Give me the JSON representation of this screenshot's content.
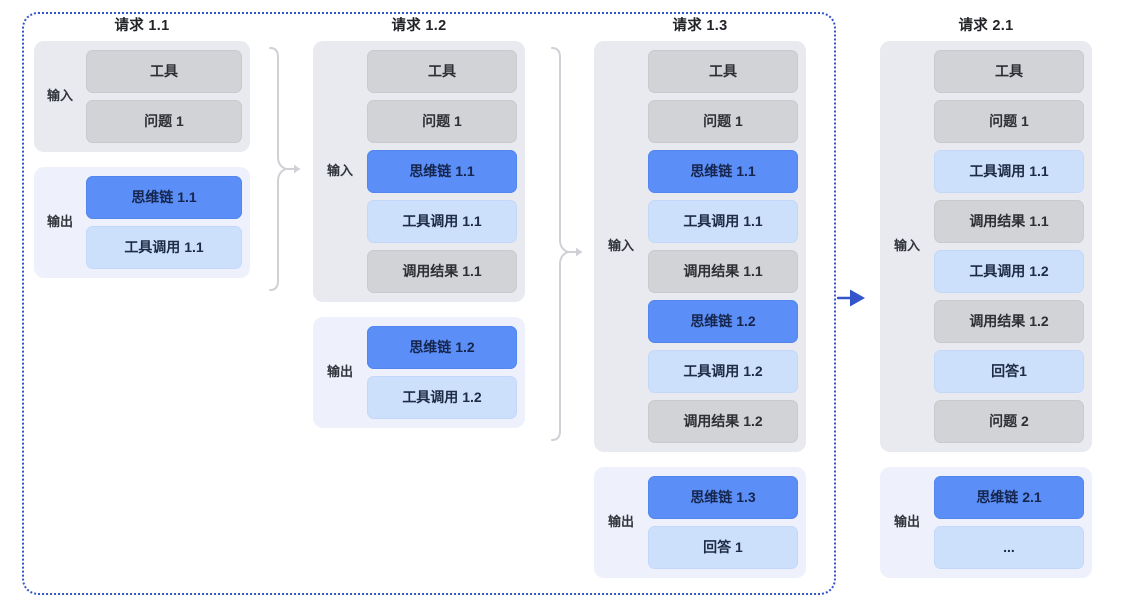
{
  "diagram": {
    "title_glyphs": {
      "input_label": "输入",
      "output_label": "输出"
    },
    "colors": {
      "session_border": "#3355cc",
      "chip_gray": "#d2d3d6",
      "chip_blue": "#5b8ef6",
      "chip_lightblue": "#cde0fb",
      "panel_input_bg": "#e8eaf0",
      "panel_output_bg": "#eef1fc",
      "brace_gray": "#cfd1d6",
      "arrow_blue": "#3355cc"
    },
    "connectors": [
      {
        "name": "brace-1-to-2",
        "from": "请求 1.1",
        "to": "请求 1.2",
        "style": "gray-brace-arrow"
      },
      {
        "name": "brace-2-to-3",
        "from": "请求 1.2",
        "to": "请求 1.3",
        "style": "gray-brace-arrow"
      },
      {
        "name": "arrow-session-to-2-1",
        "from": "请求 1.3",
        "to": "请求 2.1",
        "style": "blue-arrow"
      }
    ],
    "columns": [
      {
        "id": "request-1-1",
        "title": "请求 1.1",
        "inside_session": true,
        "groups": [
          {
            "kind": "input",
            "label": "输入",
            "rows": [
              {
                "text": "工具",
                "tone": "gray"
              },
              {
                "text": "问题 1",
                "tone": "gray"
              }
            ]
          },
          {
            "kind": "output",
            "label": "输出",
            "rows": [
              {
                "text": "思维链 1.1",
                "tone": "blue"
              },
              {
                "text": "工具调用 1.1",
                "tone": "lightblue"
              }
            ]
          }
        ]
      },
      {
        "id": "request-1-2",
        "title": "请求 1.2",
        "inside_session": true,
        "groups": [
          {
            "kind": "input",
            "label": "输入",
            "rows": [
              {
                "text": "工具",
                "tone": "gray"
              },
              {
                "text": "问题 1",
                "tone": "gray"
              },
              {
                "text": "思维链 1.1",
                "tone": "blue"
              },
              {
                "text": "工具调用 1.1",
                "tone": "lightblue"
              },
              {
                "text": "调用结果 1.1",
                "tone": "gray"
              }
            ]
          },
          {
            "kind": "output",
            "label": "输出",
            "rows": [
              {
                "text": "思维链 1.2",
                "tone": "blue"
              },
              {
                "text": "工具调用 1.2",
                "tone": "lightblue"
              }
            ]
          }
        ]
      },
      {
        "id": "request-1-3",
        "title": "请求 1.3",
        "inside_session": true,
        "groups": [
          {
            "kind": "input",
            "label": "输入",
            "rows": [
              {
                "text": "工具",
                "tone": "gray"
              },
              {
                "text": "问题 1",
                "tone": "gray"
              },
              {
                "text": "思维链 1.1",
                "tone": "blue"
              },
              {
                "text": "工具调用 1.1",
                "tone": "lightblue"
              },
              {
                "text": "调用结果 1.1",
                "tone": "gray"
              },
              {
                "text": "思维链 1.2",
                "tone": "blue"
              },
              {
                "text": "工具调用 1.2",
                "tone": "lightblue"
              },
              {
                "text": "调用结果 1.2",
                "tone": "gray"
              }
            ]
          },
          {
            "kind": "output",
            "label": "输出",
            "rows": [
              {
                "text": "思维链 1.3",
                "tone": "blue"
              },
              {
                "text": "回答 1",
                "tone": "lightblue"
              }
            ]
          }
        ]
      },
      {
        "id": "request-2-1",
        "title": "请求 2.1",
        "inside_session": false,
        "groups": [
          {
            "kind": "input",
            "label": "输入",
            "rows": [
              {
                "text": "工具",
                "tone": "gray"
              },
              {
                "text": "问题 1",
                "tone": "gray"
              },
              {
                "text": "工具调用 1.1",
                "tone": "lightblue"
              },
              {
                "text": "调用结果 1.1",
                "tone": "gray"
              },
              {
                "text": "工具调用 1.2",
                "tone": "lightblue"
              },
              {
                "text": "调用结果 1.2",
                "tone": "gray"
              },
              {
                "text": "回答1",
                "tone": "lightblue"
              },
              {
                "text": "问题 2",
                "tone": "gray"
              }
            ]
          },
          {
            "kind": "output",
            "label": "输出",
            "rows": [
              {
                "text": "思维链 2.1",
                "tone": "blue"
              },
              {
                "text": "...",
                "tone": "lightblue"
              }
            ]
          }
        ]
      }
    ]
  }
}
